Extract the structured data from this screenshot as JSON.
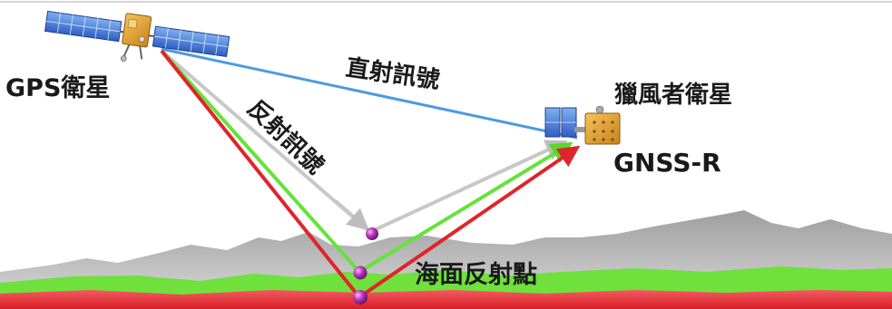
{
  "labels": {
    "gps_satellite": "GPS衛星",
    "hunter_satellite": "獵風者衛星",
    "receiver": "GNSS-R",
    "direct_signal": "直射訊號",
    "reflected_signal": "反射訊號",
    "sea_reflection_point": "海面反射點"
  },
  "colors": {
    "direct_signal": "#4a9be0",
    "reflected_gray": "#c8c8c8",
    "reflected_green": "#66e23a",
    "reflected_red": "#e0242b",
    "sea_red": "#e8333b",
    "sea_green": "#6fe03c",
    "terrain": "#a9a9a9",
    "reflection_point": "#b531b6"
  },
  "icons": {
    "gps_satellite": "satellite-icon",
    "hunter_satellite": "satellite-icon",
    "reflection_point": "sphere-marker-icon"
  }
}
